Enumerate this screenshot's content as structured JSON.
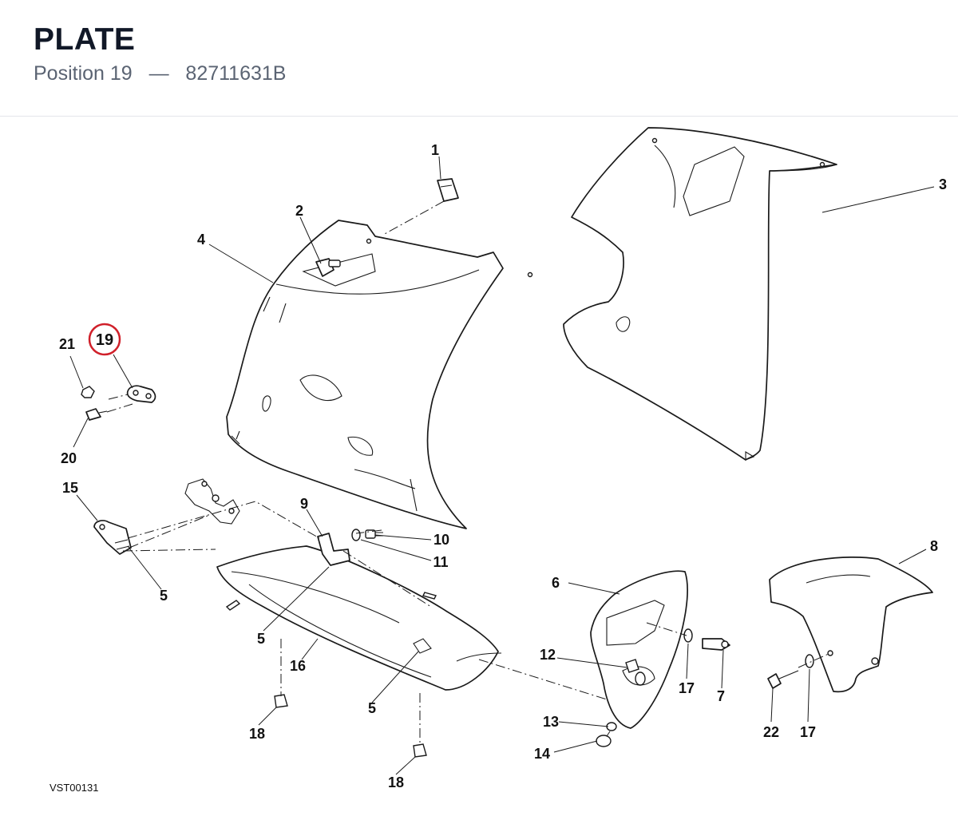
{
  "header": {
    "title": "PLATE",
    "position_label": "Position 19",
    "separator": "—",
    "part_number": "82711631B"
  },
  "diagram": {
    "code": "VST00131",
    "highlight_color": "#d0202a",
    "highlighted_label": "19",
    "labels": {
      "l1": "1",
      "l2": "2",
      "l3": "3",
      "l4": "4",
      "l5a": "5",
      "l5b": "5",
      "l5c": "5",
      "l6": "6",
      "l7": "7",
      "l8": "8",
      "l9": "9",
      "l10": "10",
      "l11": "11",
      "l12": "12",
      "l13": "13",
      "l14": "14",
      "l15": "15",
      "l16": "16",
      "l17a": "17",
      "l17b": "17",
      "l18a": "18",
      "l18b": "18",
      "l19": "19",
      "l20": "20",
      "l21": "21",
      "l22": "22"
    }
  }
}
